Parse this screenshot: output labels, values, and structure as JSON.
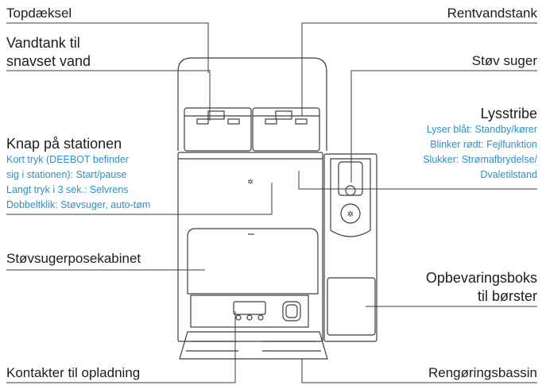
{
  "labels": {
    "top_cover": "Topdæksel",
    "clean_water_tank": "Rentvandstank",
    "dirty_water_tank": [
      "Vandtank til",
      "snavset vand"
    ],
    "dust_suction": "Støv suger",
    "light_strip": {
      "title": "Lysstribe",
      "lines": [
        "Lyser blåt: Standby/kører",
        "Blinker rødt: Fejlfunktion",
        "Slukker: Strømafbrydelse/",
        "Dvaletilstand"
      ]
    },
    "station_button": {
      "title": "Knap på stationen",
      "lines": [
        "Kort tryk (DEEBOT befinder",
        "sig i stationen): Start/pause",
        "Langt tryk i 3 sek.: Selvrens",
        "Dobbeltklik: Støvsuger, auto-tøm"
      ]
    },
    "dust_bag_cabinet": "Støvsugerposekabinet",
    "brush_storage": [
      "Opbevaringsboks",
      "til børster"
    ],
    "charging_contacts": "Kontakter til opladning",
    "cleaning_basin": "Rengøringsbassin"
  },
  "colors": {
    "text": "#1d1d1b",
    "accent_blue": "#2f8fc7",
    "line": "#3c3c3c"
  }
}
